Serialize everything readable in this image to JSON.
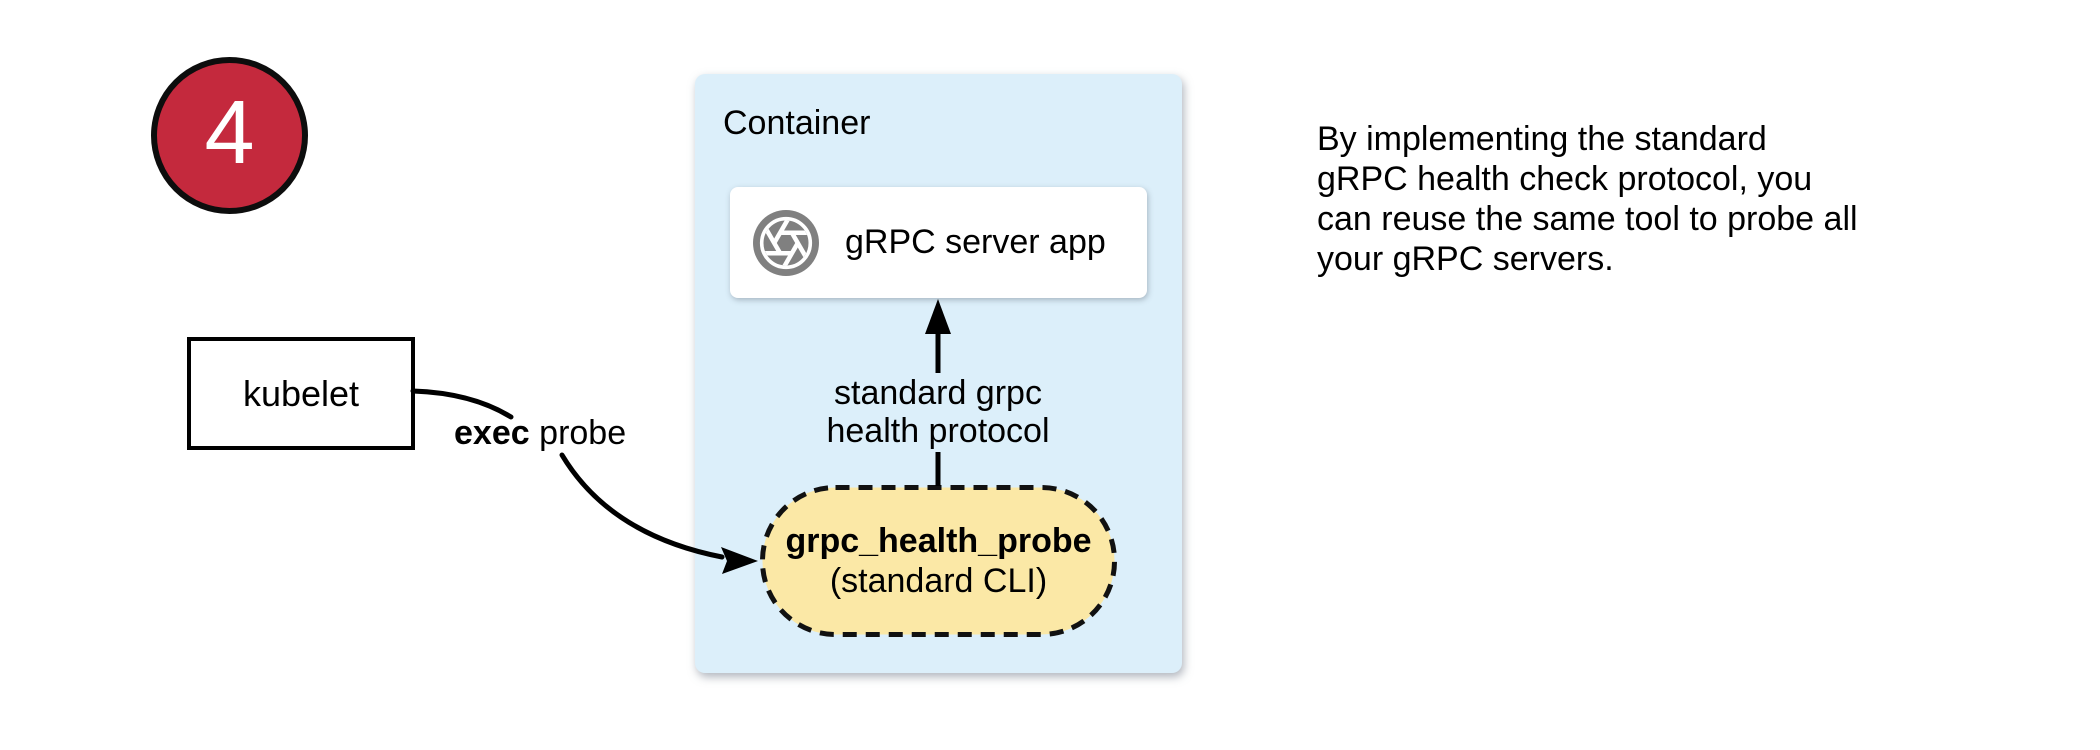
{
  "step_badge": {
    "number": "4",
    "fill": "#C4293D",
    "border": "#0D0D0D",
    "text_color": "#FFFFFF"
  },
  "kubelet": {
    "label": "kubelet"
  },
  "exec_probe_label": {
    "bold": "exec",
    "regular": "probe"
  },
  "container": {
    "title": "Container",
    "fill": "#DCEFFA",
    "server_app": {
      "label": "gRPC server app",
      "icon": "aperture-icon",
      "icon_color": "#808080"
    },
    "health_protocol_label": {
      "line1": "standard grpc",
      "line2": "health protocol"
    },
    "probe_pill": {
      "title": "grpc_health_probe",
      "subtitle": "(standard CLI)",
      "fill": "#FBE8A6",
      "border_style": "dashed"
    }
  },
  "note": {
    "lines": [
      "By implementing the standard",
      "gRPC health check protocol, you",
      "can reuse the same tool to probe all",
      "your gRPC servers."
    ]
  },
  "arrow_color": "#000000"
}
